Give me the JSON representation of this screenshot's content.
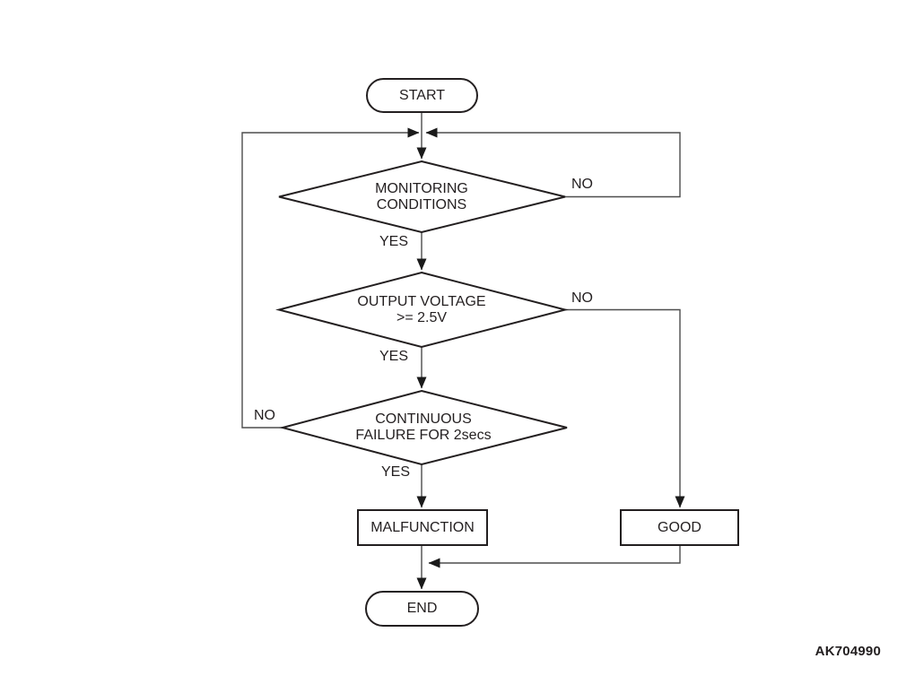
{
  "diagram": {
    "code": "AK704990",
    "nodes": {
      "start": {
        "type": "terminator",
        "label": "START"
      },
      "monitoring_conditions": {
        "type": "decision",
        "line1": "MONITORING",
        "line2": "CONDITIONS"
      },
      "output_voltage": {
        "type": "decision",
        "line1": "OUTPUT VOLTAGE",
        "line2": ">= 2.5V"
      },
      "continuous_failure": {
        "type": "decision",
        "line1": "CONTINUOUS",
        "line2": "FAILURE FOR 2secs"
      },
      "malfunction": {
        "type": "process",
        "label": "MALFUNCTION"
      },
      "good": {
        "type": "process",
        "label": "GOOD"
      },
      "end": {
        "type": "terminator",
        "label": "END"
      }
    },
    "branch_labels": {
      "monitoring_yes": "YES",
      "monitoring_no": "NO",
      "voltage_yes": "YES",
      "voltage_no": "NO",
      "failure_yes": "YES",
      "failure_no": "NO"
    },
    "colors": {
      "background": "#ffffff",
      "shape_stroke": "#231f20",
      "edge_stroke": "#4d4d4d",
      "arrowhead": "#1a1a1a",
      "text": "#231f20"
    }
  }
}
